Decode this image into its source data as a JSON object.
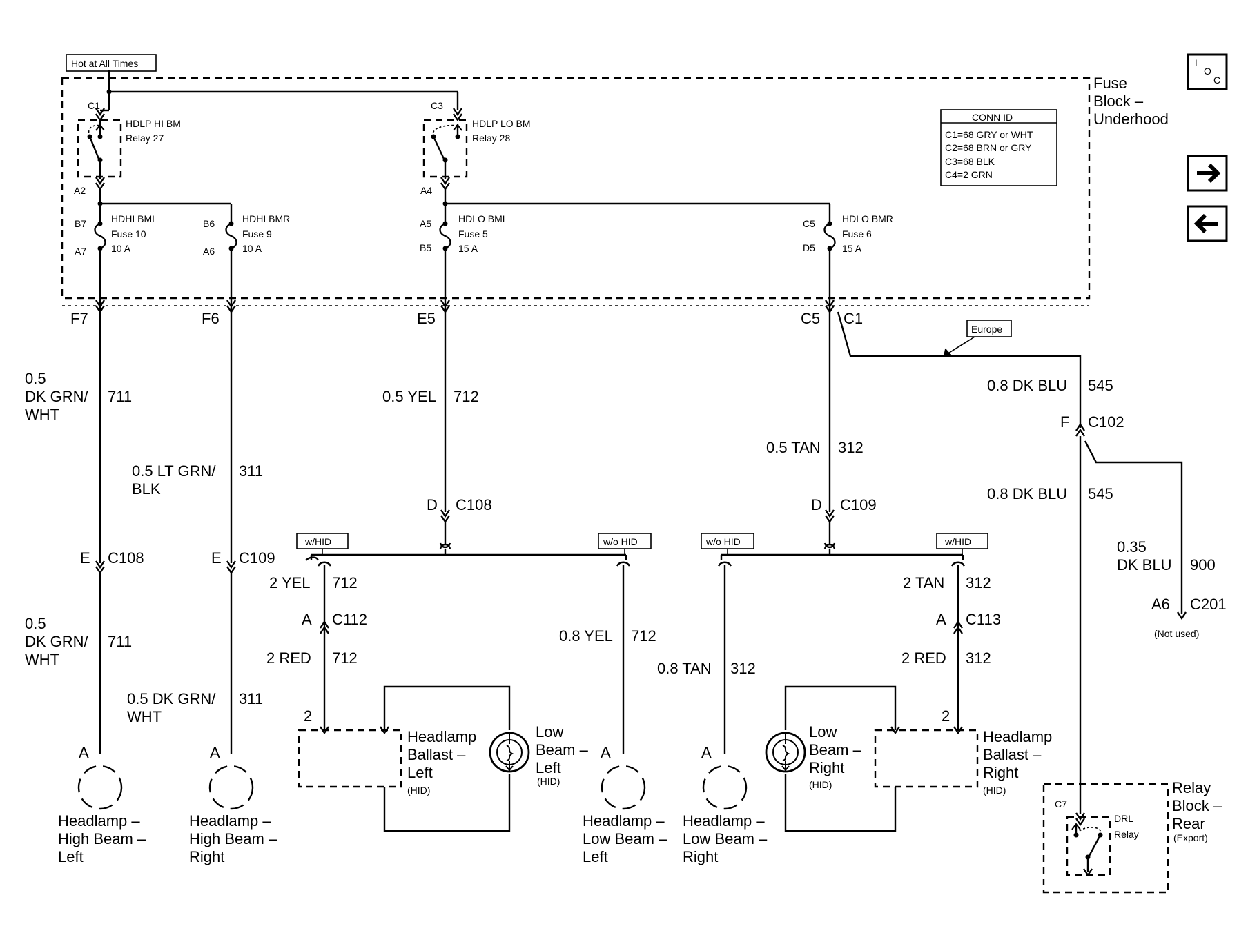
{
  "header": {
    "hot_label": "Hot at All Times",
    "fuse_block": [
      "Fuse",
      "Block –",
      "Underhood"
    ],
    "loc": {
      "l": "L",
      "o": "O",
      "c": "C"
    }
  },
  "conn_id": {
    "title": "CONN ID",
    "lines": [
      "C1=68 GRY or WHT",
      "C2=68 BRN or GRY",
      "C3=68 BLK",
      "C4=2 GRN"
    ]
  },
  "nav": {
    "next_icon": "arrow-right-icon",
    "prev_icon": "arrow-left-icon"
  },
  "relays": {
    "hi": {
      "conn": "C1",
      "name": "HDLP HI BM",
      "num": "Relay 27",
      "out": "A2"
    },
    "lo": {
      "conn": "C3",
      "name": "HDLP LO BM",
      "num": "Relay 28",
      "out": "A4"
    }
  },
  "fuses": [
    {
      "top": "B7",
      "bot": "A7",
      "name": "HDHI BML",
      "fuse": "Fuse 10",
      "amp": "10 A",
      "out": "F7"
    },
    {
      "top": "B6",
      "bot": "A6",
      "name": "HDHI BMR",
      "fuse": "Fuse 9",
      "amp": "10 A",
      "out": "F6"
    },
    {
      "top": "A5",
      "bot": "B5",
      "name": "HDLO BML",
      "fuse": "Fuse 5",
      "amp": "15 A",
      "out": "E5"
    },
    {
      "top": "C5",
      "bot": "D5",
      "name": "HDLO BMR",
      "fuse": "Fuse 6",
      "amp": "15 A",
      "out": "C5",
      "out2": "C1"
    }
  ],
  "wires": {
    "w711a": {
      "l1": "0.5",
      "l2": "DK GRN/",
      "l3": "WHT",
      "circ": "711"
    },
    "w311a": {
      "l1": "0.5 LT GRN/",
      "l2": "BLK",
      "circ": "311"
    },
    "w712a": {
      "l1": "0.5 YEL",
      "circ": "712"
    },
    "w312a": {
      "l1": "0.5 TAN",
      "circ": "312"
    },
    "w545a": {
      "l1": "0.8 DK BLU",
      "circ": "545"
    },
    "w545b": {
      "l1": "0.8 DK BLU",
      "circ": "545"
    },
    "w900": {
      "l1": "0.35",
      "l2": "DK BLU",
      "circ": "900"
    },
    "w711b": {
      "l1": "0.5",
      "l2": "DK GRN/",
      "l3": "WHT",
      "circ": "711"
    },
    "w311b": {
      "l1": "0.5 DK GRN/",
      "l2": "WHT",
      "circ": "311"
    },
    "w712b": {
      "l1": "2 YEL",
      "circ": "712"
    },
    "w712c": {
      "l1": "2 RED",
      "circ": "712"
    },
    "w712d": {
      "l1": "0.8 YEL",
      "circ": "712"
    },
    "w312b": {
      "l1": "0.8 TAN",
      "circ": "312"
    },
    "w312c": {
      "l1": "2 TAN",
      "circ": "312"
    },
    "w312d": {
      "l1": "2 RED",
      "circ": "312"
    }
  },
  "europe": "Europe",
  "connectors": {
    "c102": {
      "pin": "F",
      "name": "C102"
    },
    "c108a": {
      "pin": "D",
      "name": "C108"
    },
    "c109a": {
      "pin": "D",
      "name": "C109"
    },
    "c108b": {
      "pin": "E",
      "name": "C108"
    },
    "c109b": {
      "pin": "E",
      "name": "C109"
    },
    "c112": {
      "pin": "A",
      "name": "C112"
    },
    "c113": {
      "pin": "A",
      "name": "C113"
    },
    "c201": {
      "pin": "A6",
      "name": "C201",
      "note": "(Not used)"
    }
  },
  "options": {
    "w_hid_l": "w/HID",
    "wo_hid_l": "w/o HID",
    "wo_hid_r": "w/o HID",
    "w_hid_r": "w/HID"
  },
  "components": {
    "hb_left": {
      "pin": "A",
      "l1": "Headlamp –",
      "l2": "High Beam –",
      "l3": "Left"
    },
    "hb_right": {
      "pin": "A",
      "l1": "Headlamp –",
      "l2": "High Beam –",
      "l3": "Right"
    },
    "lb_left": {
      "pin": "A",
      "l1": "Headlamp –",
      "l2": "Low Beam –",
      "l3": "Left"
    },
    "lb_right": {
      "pin": "A",
      "l1": "Headlamp –",
      "l2": "Low Beam –",
      "l3": "Right"
    },
    "ballast_left": {
      "pin": "2",
      "l1": "Headlamp",
      "l2": "Ballast –",
      "l3": "Left",
      "l4": "(HID)"
    },
    "ballast_right": {
      "pin": "2",
      "l1": "Headlamp",
      "l2": "Ballast –",
      "l3": "Right",
      "l4": "(HID)"
    },
    "lowbeam_hid_left": {
      "l1": "Low",
      "l2": "Beam –",
      "l3": "Left",
      "l4": "(HID)"
    },
    "lowbeam_hid_right": {
      "l1": "Low",
      "l2": "Beam –",
      "l3": "Right",
      "l4": "(HID)"
    },
    "drl": {
      "conn": "C7",
      "name": "DRL",
      "relay": "Relay",
      "block1": "Relay",
      "block2": "Block –",
      "block3": "Rear",
      "block4": "(Export)"
    }
  }
}
